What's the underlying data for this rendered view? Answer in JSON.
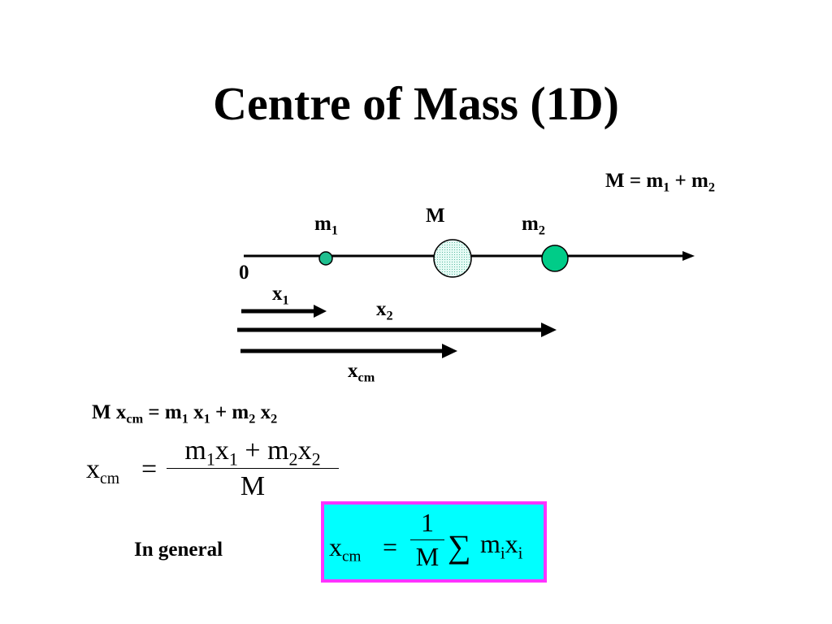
{
  "title": "Centre of Mass (1D)",
  "labels": {
    "total_mass_relation": {
      "lhs": "M = m",
      "s1": "1",
      "mid": " + m",
      "s2": "2"
    },
    "mass_total": "M",
    "mass1": {
      "base": "m",
      "sub": "1"
    },
    "mass2": {
      "base": "m",
      "sub": "2"
    },
    "origin": "0",
    "pos1": {
      "base": "x",
      "sub": "1"
    },
    "pos2": {
      "base": "x",
      "sub": "2"
    },
    "pos_cm": {
      "base": "x",
      "sub": "cm"
    }
  },
  "equation_moment": {
    "a": "M x",
    "a_sub": "cm",
    "b": " = m",
    "b_sub": "1",
    "c": " x",
    "c_sub": "1",
    "d": " + m",
    "d_sub": "2",
    "e": " x",
    "e_sub": "2"
  },
  "equation_fraction": {
    "lhs": "x",
    "lhs_sub": "cm",
    "equals": "=",
    "numerator": {
      "m": "m",
      "s1": "1",
      "x": "x",
      "s2": "1",
      "plus": " + m",
      "s3": "2",
      "x2": "x",
      "s4": "2"
    },
    "denominator": "M"
  },
  "general_label": "In general",
  "general_equation": {
    "lhs": "x",
    "lhs_sub": "cm",
    "equals": "=",
    "numerator": "1",
    "denominator": "M",
    "sigma": "∑",
    "term_m": "m",
    "term_m_sub": "i",
    "term_x": "x",
    "term_x_sub": "i"
  },
  "colors": {
    "mass1_fill": "#1fbf8f",
    "mass2_fill": "#00cc88",
    "mass_total_fill": "#d8f5ee",
    "box_fill": "#00ffff",
    "box_border": "#ff33ff"
  }
}
